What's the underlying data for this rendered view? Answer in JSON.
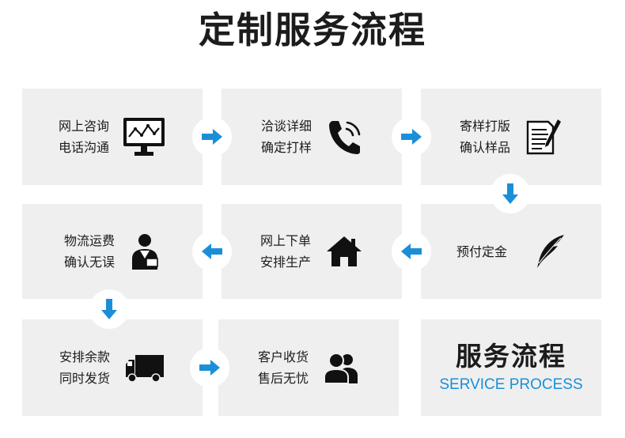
{
  "page_title": "定制服务流程",
  "accent_color": "#1a8fd8",
  "steps": [
    {
      "line1": "网上咨询",
      "line2": "电话沟通",
      "icon": "monitor-chart-icon"
    },
    {
      "line1": "洽谈详细",
      "line2": "确定打样",
      "icon": "phone-icon"
    },
    {
      "line1": "寄样打版",
      "line2": "确认样品",
      "icon": "document-pen-icon"
    },
    {
      "line1": "预付定金",
      "icon": "quill-feather-icon"
    },
    {
      "line1": "网上下单",
      "line2": "安排生产",
      "icon": "house-icon"
    },
    {
      "line1": "物流运费",
      "line2": "确认无误",
      "icon": "courier-person-icon"
    },
    {
      "line1": "安排余款",
      "line2": "同时发货",
      "icon": "delivery-truck-icon"
    },
    {
      "line1": "客户收货",
      "line2": "售后无忧",
      "icon": "customers-icon"
    }
  ],
  "summary": {
    "title": "服务流程",
    "subtitle": "SERVICE PROCESS"
  }
}
